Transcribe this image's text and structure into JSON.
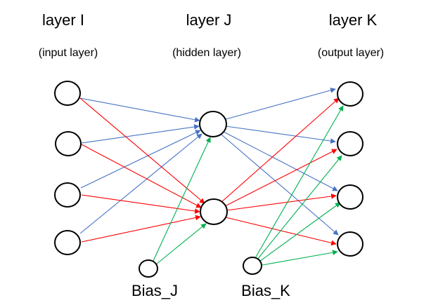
{
  "layers": [
    {
      "id": "I",
      "title": "layer I",
      "subtitle": "(input layer)",
      "node_count": 4
    },
    {
      "id": "J",
      "title": "layer J",
      "subtitle": "(hidden layer)",
      "node_count": 2
    },
    {
      "id": "K",
      "title": "layer K",
      "subtitle": "(output layer)",
      "node_count": 4
    }
  ],
  "biases": [
    {
      "id": "Bias_J",
      "label": "Bias_J",
      "target_layer": "J"
    },
    {
      "id": "Bias_K",
      "label": "Bias_K",
      "target_layer": "K"
    }
  ],
  "colors": {
    "edge_to_j1": "#4472c4",
    "edge_to_j2": "#ff0000",
    "bias_edge": "#00b050",
    "node_stroke": "#000000"
  }
}
